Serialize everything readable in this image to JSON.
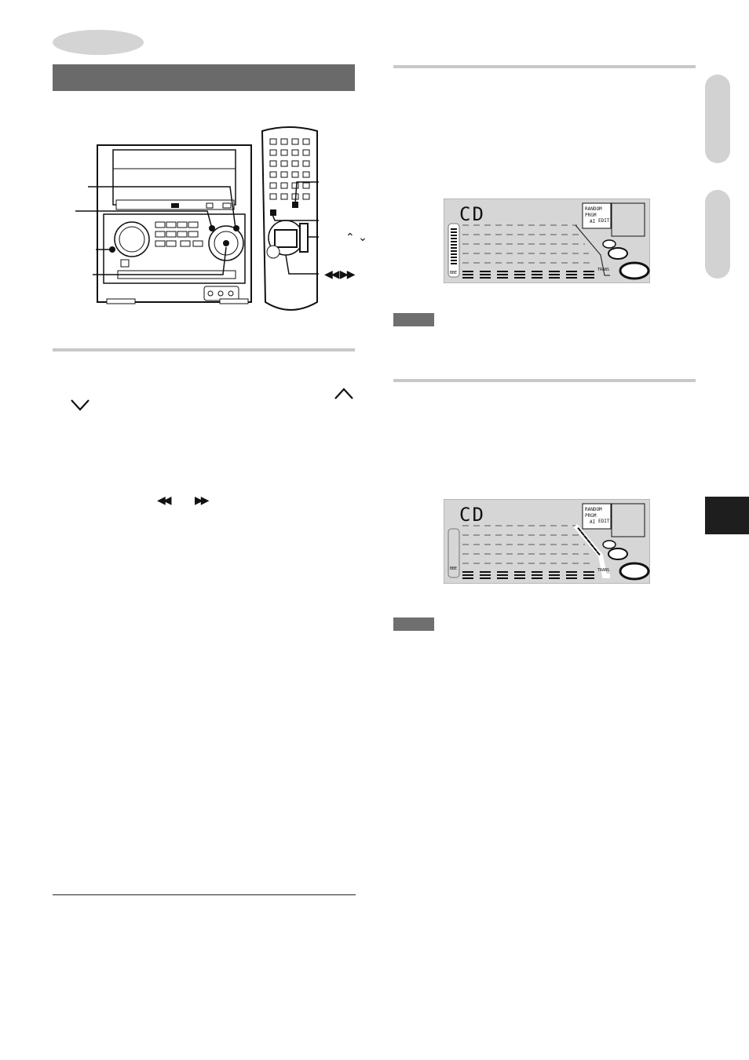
{
  "page": {
    "left_column": {
      "sections": [
        {
          "heading": "",
          "body": ""
        }
      ],
      "inline_symbols": {
        "up_chevron": "⌃",
        "down_chevron": "⌄",
        "rew": "◀◀",
        "ff": "▶▶"
      }
    },
    "illustration": {
      "callouts": {
        "up_down": "⌃ ⌄",
        "rew_ff": "◀◀ ▶▶"
      }
    },
    "right_column": {
      "displays": [
        {
          "mode": "CD",
          "indicators": [
            "RANDOM",
            "PRGM",
            "AI",
            "EDIT"
          ],
          "left_label": "BBE",
          "right_label": "TRANS"
        },
        {
          "mode": "CD",
          "indicators": [
            "RANDOM",
            "PRGM",
            "AI",
            "EDIT"
          ],
          "left_label": "BBE",
          "right_label": "TRANS"
        }
      ],
      "notes": [
        {
          "badge": ""
        },
        {
          "badge": ""
        }
      ]
    },
    "colors": {
      "title_bar": "#6a6a6a",
      "rule": "#c8c8c8",
      "lcd_bg": "#d6d6d6",
      "side_tab": "#1e1e1e"
    }
  }
}
